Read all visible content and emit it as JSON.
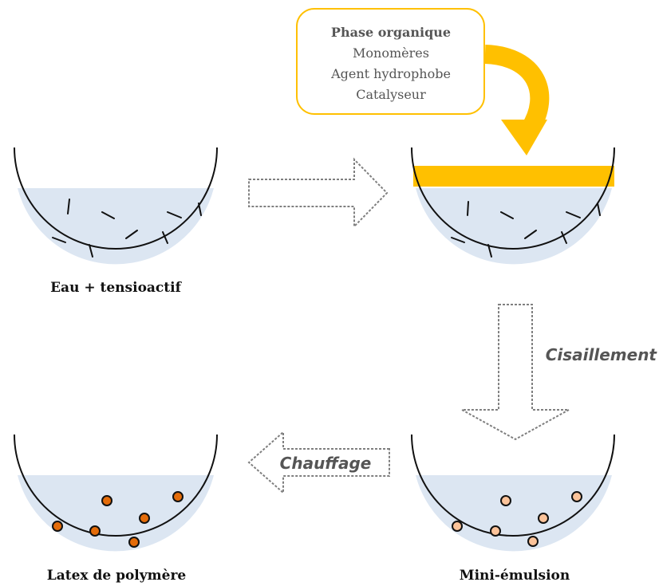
{
  "phase_box": {
    "title": "Phase organique",
    "lines": [
      "Monomères",
      "Agent hydrophobe",
      "Catalyseur"
    ]
  },
  "captions": {
    "water_surfactant": "Eau + tensioactif",
    "polymer_latex": "Latex de polymère",
    "miniemulsion": "Mini-émulsion"
  },
  "arrows": {
    "shearing": "Cisaillement",
    "heating": "Chauffage"
  },
  "colors": {
    "water": "#dce6f2",
    "organic_phase": "#ffc000",
    "droplet": "#fbc39a",
    "polymer_particle": "#e46c0a",
    "arrow_outline": "#7f7f7f"
  }
}
